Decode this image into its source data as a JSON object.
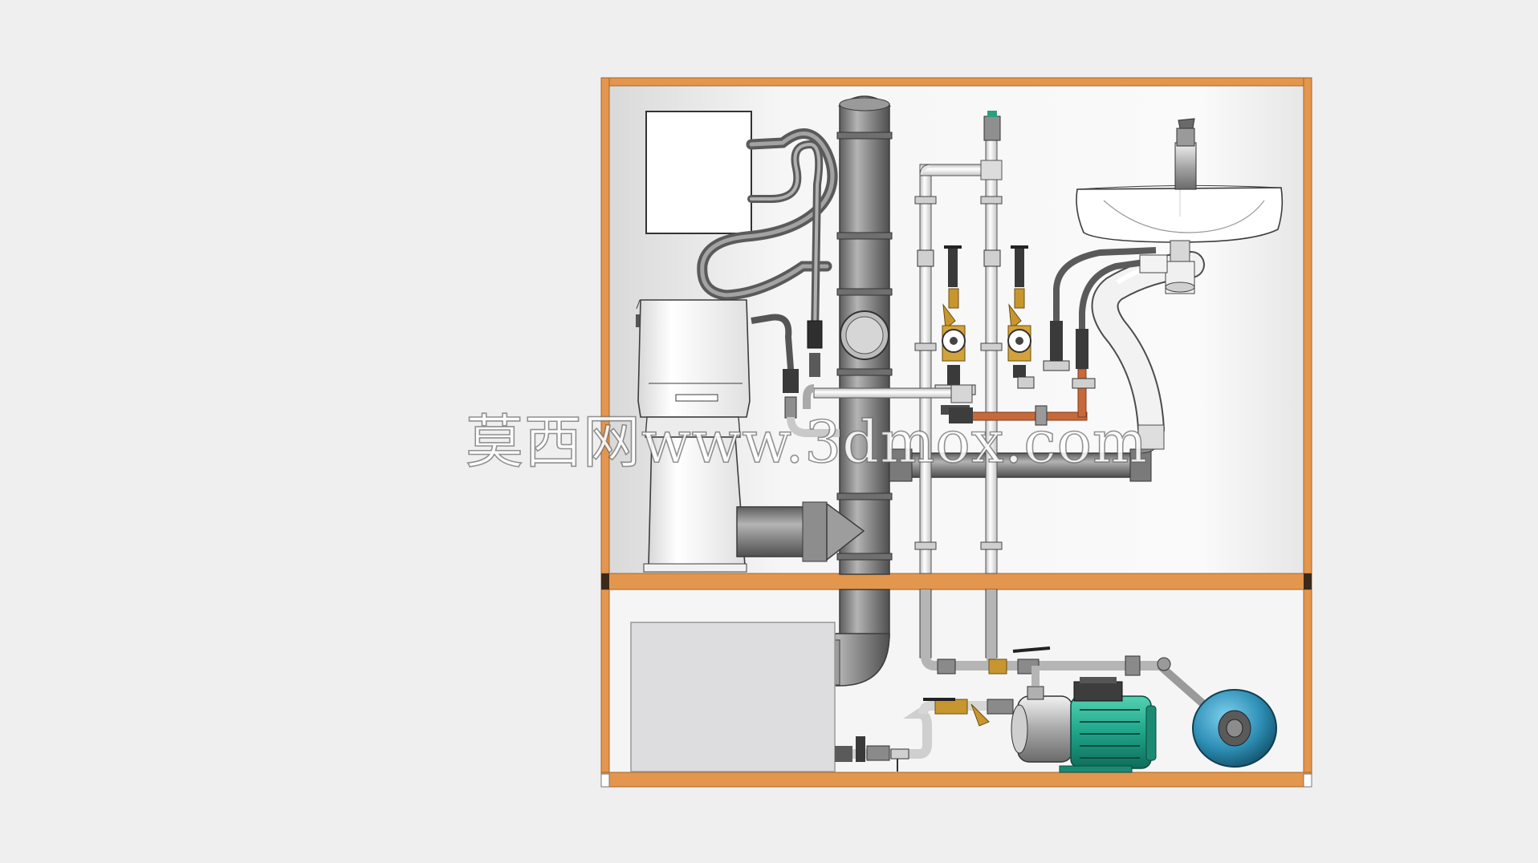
{
  "scene": {
    "background": "#efefef",
    "frame_color": "#e3964d",
    "wall_color": "#f7f7f7",
    "pipe_gray": "#8a8a8a",
    "pipe_white": "#e8e8e8",
    "brass_color": "#c8962e",
    "copper_color": "#c8693a",
    "pump_color": "#1fa58a",
    "tank_color": "#2e8fb6"
  },
  "components": [
    {
      "name": "cistern",
      "icon": "cistern-icon"
    },
    {
      "name": "toilet",
      "icon": "toilet-icon"
    },
    {
      "name": "soil-stack",
      "icon": "pipe-icon"
    },
    {
      "name": "sink",
      "icon": "sink-icon"
    },
    {
      "name": "faucet",
      "icon": "faucet-icon"
    },
    {
      "name": "water-meter-hot",
      "icon": "meter-icon"
    },
    {
      "name": "water-meter-cold",
      "icon": "meter-icon"
    },
    {
      "name": "booster-pump",
      "icon": "pump-icon"
    },
    {
      "name": "expansion-tank",
      "icon": "tank-icon"
    },
    {
      "name": "storage-tank",
      "icon": "tank-icon"
    }
  ],
  "watermark": {
    "text": "莫西网www.3dmox.com"
  }
}
